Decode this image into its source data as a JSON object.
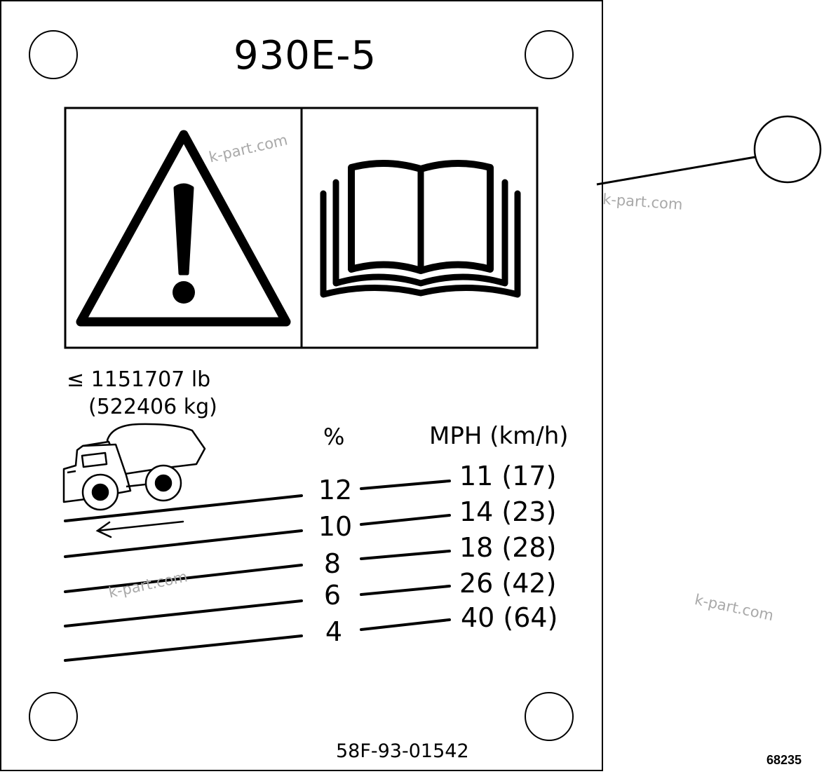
{
  "decal": {
    "model": "930E-5",
    "weight_lb": "≤ 1151707 lb",
    "weight_kg": "(522406 kg)",
    "grade_header": "%",
    "speed_header": "MPH (km/h)",
    "rows": [
      {
        "grade": "12",
        "speed": "11 (17)"
      },
      {
        "grade": "10",
        "speed": "14 (23)"
      },
      {
        "grade": "8",
        "speed": "18 (28)"
      },
      {
        "grade": "6",
        "speed": "26 (42)"
      },
      {
        "grade": "4",
        "speed": "40 (64)"
      }
    ],
    "part_number": "58F-93-01542",
    "symbols": [
      "warning-triangle-icon",
      "operator-manual-icon",
      "haul-truck-icon"
    ]
  },
  "figure_number": "68235",
  "watermarks": [
    "k-part.com",
    "k-part.com",
    "k-part.com",
    "k-part.com"
  ]
}
